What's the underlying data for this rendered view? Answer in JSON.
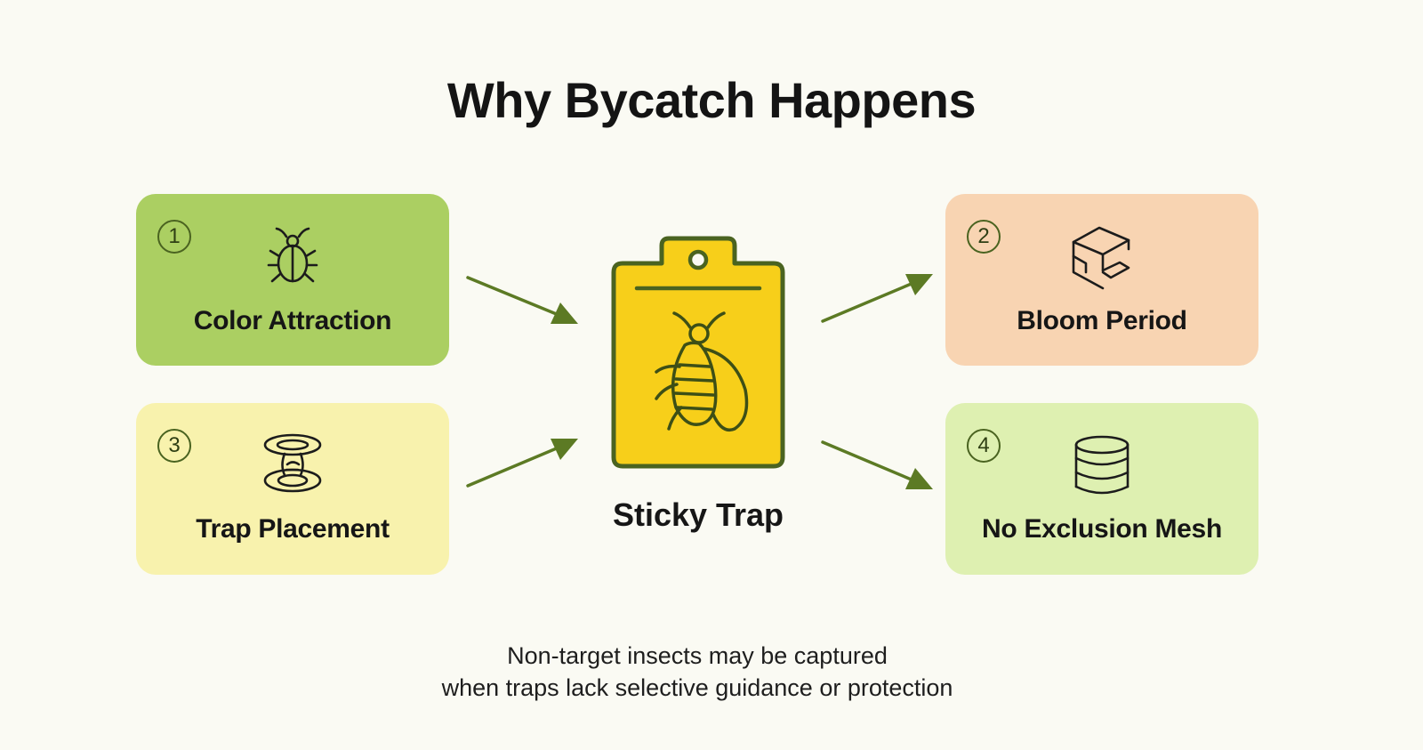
{
  "title": "Why Bycatch Happens",
  "center": {
    "label": "Sticky Trap",
    "icon": "sticky-trap-icon"
  },
  "factors": [
    {
      "number": "1",
      "label": "Color Attraction",
      "icon": "beetle-icon",
      "color": "#abcf62"
    },
    {
      "number": "2",
      "label": "Bloom Period",
      "icon": "cube-icon",
      "color": "#f8d4b2"
    },
    {
      "number": "3",
      "label": "Trap Placement",
      "icon": "trap-disc-icon",
      "color": "#f8f2ad"
    },
    {
      "number": "4",
      "label": "No Exclusion Mesh",
      "icon": "layers-stack-icon",
      "color": "#def0b1"
    }
  ],
  "caption": {
    "line1": "Non-target insects may be captured",
    "line2": "when traps lack selective guidance or protection"
  },
  "colors": {
    "arrow": "#5c7a24",
    "trap_fill": "#f7cf1a",
    "trap_outline": "#4a6320"
  }
}
